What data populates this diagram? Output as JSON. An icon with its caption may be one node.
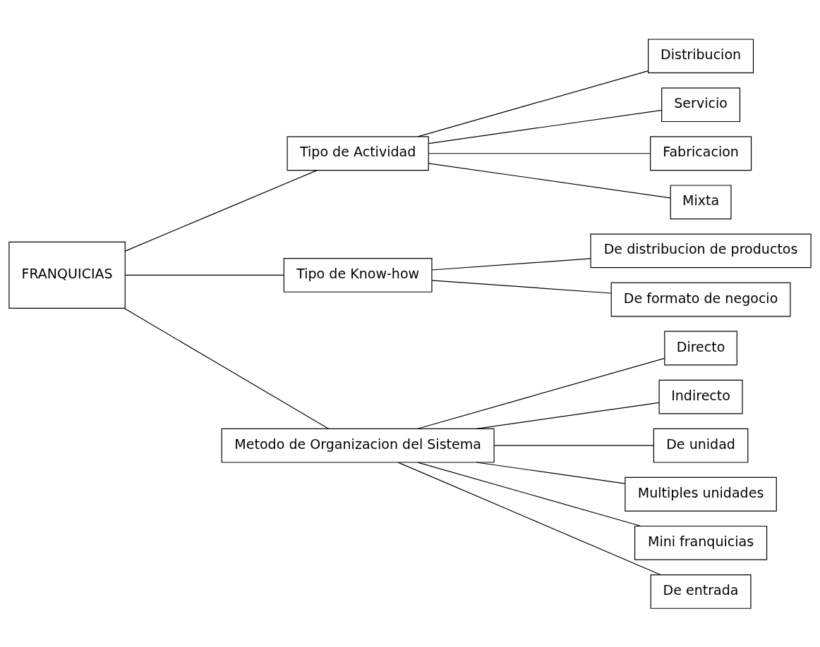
{
  "diagram": {
    "nodes": [
      {
        "text": [
          "FRANQUICIAS"
        ]
      },
      {
        "text": [
          "Tipo de Actividad"
        ]
      },
      {
        "text": [
          "Distribucion"
        ]
      },
      {
        "text": [
          "Servicio"
        ]
      },
      {
        "text": [
          "Fabricacion"
        ]
      },
      {
        "text": [
          "Mixta"
        ]
      },
      {
        "text": [
          "Tipo de Know-how"
        ]
      },
      {
        "text": [
          "De distribucion de productos"
        ]
      },
      {
        "text": [
          "De formato de negocio"
        ]
      },
      {
        "text": [
          "Metodo de Organizacion del Sistema"
        ]
      },
      {
        "text": [
          "Directo"
        ]
      },
      {
        "text": [
          "Indirecto"
        ]
      },
      {
        "text": [
          "De unidad"
        ]
      },
      {
        "text": [
          "Multiples unidades"
        ]
      },
      {
        "text": [
          "Mini franquicias"
        ]
      },
      {
        "text": [
          "De entrada"
        ]
      }
    ],
    "edges": [
      {
        "from": 0,
        "to": 1,
        "arrow": "none"
      },
      {
        "from": 0,
        "to": 6,
        "arrow": "none"
      },
      {
        "from": 0,
        "to": 9,
        "arrow": "none"
      },
      {
        "from": 1,
        "to": 2,
        "arrow": "none"
      },
      {
        "from": 1,
        "to": 3,
        "arrow": "none"
      },
      {
        "from": 1,
        "to": 4,
        "arrow": "none"
      },
      {
        "from": 1,
        "to": 5,
        "arrow": "none"
      },
      {
        "from": 6,
        "to": 7,
        "arrow": "none"
      },
      {
        "from": 6,
        "to": 8,
        "arrow": "none"
      },
      {
        "from": 9,
        "to": 10,
        "arrow": "none"
      },
      {
        "from": 9,
        "to": 11,
        "arrow": "none"
      },
      {
        "from": 9,
        "to": 12,
        "arrow": "none"
      },
      {
        "from": 9,
        "to": 13,
        "arrow": "none"
      },
      {
        "from": 9,
        "to": 14,
        "arrow": "none"
      },
      {
        "from": 9,
        "to": 15,
        "arrow": "none"
      }
    ]
  }
}
